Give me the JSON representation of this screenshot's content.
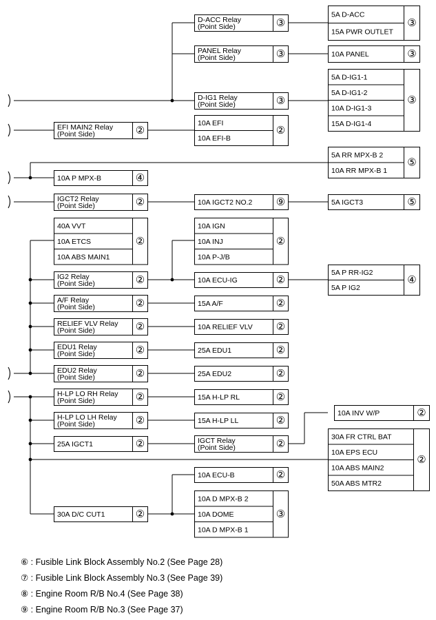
{
  "nodes": {
    "dacc": {
      "l1": "D-ACC Relay",
      "l2": "(Point Side)",
      "n": "③"
    },
    "dacc_fuses": {
      "rows": [
        "5A D-ACC",
        "15A PWR OUTLET"
      ],
      "n": "③"
    },
    "panel": {
      "l1": "PANEL Relay",
      "l2": "(Point Side)",
      "n": "③"
    },
    "panel_fuse": {
      "rows": [
        "10A PANEL"
      ],
      "n": "③"
    },
    "dig1": {
      "l1": "D-IG1 Relay",
      "l2": "(Point Side)",
      "n": "③"
    },
    "dig1_fuses": {
      "rows": [
        "5A D-IG1-1",
        "5A D-IG1-2",
        "10A D-IG1-3",
        "15A D-IG1-4"
      ],
      "n": "③"
    },
    "efi": {
      "l1": "EFI MAIN2 Relay",
      "l2": "(Point Side)",
      "n": "②"
    },
    "efi_fuses": {
      "rows": [
        "10A EFI",
        "10A EFI-B"
      ],
      "n": "②"
    },
    "rrmpx": {
      "rows": [
        "5A RR MPX-B 2",
        "10A RR MPX-B 1"
      ],
      "n": "⑤"
    },
    "pmpx": {
      "rows": [
        "10A P MPX-B"
      ],
      "n": "④"
    },
    "igct2": {
      "l1": "IGCT2 Relay",
      "l2": "(Point Side)",
      "n": "②"
    },
    "igct2no2": {
      "rows": [
        "10A IGCT2 NO.2"
      ],
      "n": "⑨"
    },
    "igct3": {
      "rows": [
        "5A IGCT3"
      ],
      "n": "⑤"
    },
    "vvt": {
      "rows": [
        "40A VVT",
        "10A ETCS",
        "10A ABS MAIN1"
      ],
      "n": "②"
    },
    "ign": {
      "rows": [
        "10A IGN",
        "10A INJ",
        "10A P-J/B"
      ],
      "n": "②"
    },
    "ig2": {
      "l1": "IG2 Relay",
      "l2": "(Point Side)",
      "n": "②"
    },
    "ecuig": {
      "rows": [
        "10A ECU-IG"
      ],
      "n": "②"
    },
    "prrig2": {
      "rows": [
        "5A P RR-IG2",
        "5A P IG2"
      ],
      "n": "④"
    },
    "af": {
      "l1": "A/F Relay",
      "l2": "(Point Side)",
      "n": "②"
    },
    "af_fuse": {
      "rows": [
        "15A A/F"
      ],
      "n": "②"
    },
    "relief": {
      "l1": "RELIEF VLV Relay",
      "l2": "(Point Side)",
      "n": "②"
    },
    "relief_fuse": {
      "rows": [
        "10A RELIEF VLV"
      ],
      "n": "②"
    },
    "edu1": {
      "l1": "EDU1 Relay",
      "l2": "(Point Side)",
      "n": "②"
    },
    "edu1_fuse": {
      "rows": [
        "25A EDU1"
      ],
      "n": "②"
    },
    "edu2": {
      "l1": "EDU2 Relay",
      "l2": "(Point Side)",
      "n": "②"
    },
    "edu2_fuse": {
      "rows": [
        "25A EDU2"
      ],
      "n": "②"
    },
    "hlprh": {
      "l1": "H-LP LO RH Relay",
      "l2": "(Point Side)",
      "n": "②"
    },
    "hlprl": {
      "rows": [
        "15A H-LP RL"
      ],
      "n": "②"
    },
    "hlplh": {
      "l1": "H-LP LO LH Relay",
      "l2": "(Point Side)",
      "n": "②"
    },
    "hlpll": {
      "rows": [
        "15A H-LP LL"
      ],
      "n": "②"
    },
    "igct1": {
      "rows": [
        "25A IGCT1"
      ],
      "n": "②"
    },
    "igct": {
      "l1": "IGCT Relay",
      "l2": "(Point Side)",
      "n": "②"
    },
    "invwp": {
      "rows": [
        "10A INV W/P"
      ],
      "n": "②"
    },
    "frctrl": {
      "rows": [
        "30A FR CTRL BAT",
        "10A EPS ECU",
        "10A ABS MAIN2",
        "50A ABS MTR2"
      ],
      "n": "②"
    },
    "ecub": {
      "rows": [
        "10A ECU-B"
      ],
      "n": "②"
    },
    "dmpx": {
      "rows": [
        "10A D MPX-B 2",
        "10A DOME",
        "10A D MPX-B 1"
      ],
      "n": "③"
    },
    "dccut": {
      "rows": [
        "30A D/C CUT1"
      ],
      "n": "②"
    }
  },
  "legend": [
    "⑥ : Fusible Link Block Assembly No.2 (See Page 28)",
    "⑦ : Fusible Link Block Assembly No.3 (See Page 39)",
    "⑧ : Engine Room R/B No.4 (See Page 38)",
    "⑨ : Engine Room R/B No.3 (See Page 37)"
  ]
}
